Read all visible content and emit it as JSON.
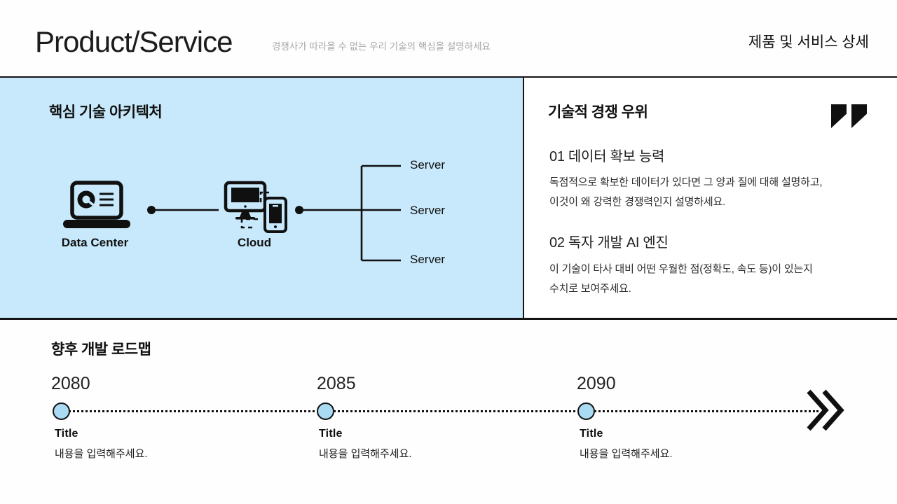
{
  "header": {
    "title": "Product/Service",
    "subtitle": "경쟁사가 따라올 수 없는 우리 기술의 핵심을 설명하세요",
    "page_label": "제품 및 서비스 상세"
  },
  "architecture": {
    "title": "핵심 기술 아키텍처",
    "nodes": {
      "datacenter": "Data Center",
      "cloud": "Cloud"
    },
    "servers": [
      "Server",
      "Server",
      "Server"
    ]
  },
  "advantage": {
    "title": "기술적 경쟁 우위",
    "quote_icon": "closing-double-quote",
    "items": [
      {
        "heading": "01 데이터 확보 능력",
        "body": "독점적으로 확보한 데이터가 있다면 그 양과 질에 대해 설명하고,\n이것이 왜 강력한 경쟁력인지 설명하세요."
      },
      {
        "heading": "02 독자 개발 AI 엔진",
        "body": "이 기술이 타사 대비 어떤 우월한 점(정확도, 속도 등)이 있는지\n수치로 보여주세요."
      }
    ]
  },
  "roadmap": {
    "title": "향후 개발 로드맵",
    "milestones": [
      {
        "year": "2080",
        "title": "Title",
        "desc": "내용을 입력해주세요."
      },
      {
        "year": "2085",
        "title": "Title",
        "desc": "내용을 입력해주세요."
      },
      {
        "year": "2090",
        "title": "Title",
        "desc": "내용을 입력해주세요."
      }
    ]
  },
  "colors": {
    "panel_blue": "#c7e9fb",
    "marker_blue": "#a9dcf3",
    "ink": "#141414",
    "muted_gray": "#a7a7a7"
  }
}
